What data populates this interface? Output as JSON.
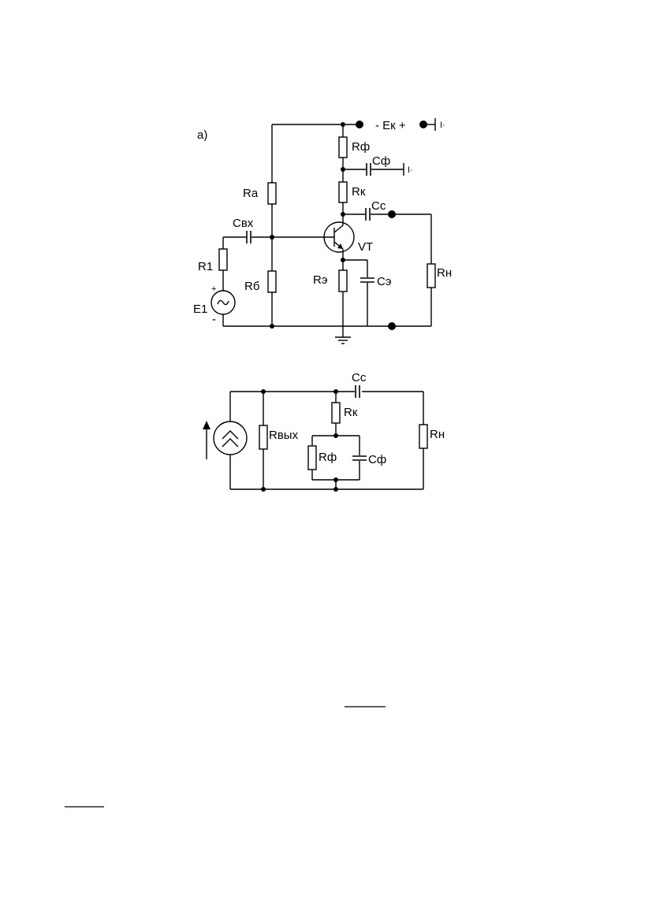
{
  "diagram_a": {
    "label_a": "a)",
    "supply_label": "- Eк +",
    "battery_symbol": "I·",
    "labels": {
      "Ra": "Rа",
      "Rb": "Rб",
      "Rf": "Rф",
      "Rk": "Rк",
      "Cf": "Cф",
      "Cc": "Cc",
      "Cvx": "Cвх",
      "R1": "R1",
      "E1": "E1",
      "VT": "VT",
      "Re": "Rэ",
      "Ce": "Cэ",
      "Rn": "Rн",
      "plus": "+",
      "minus": "-"
    }
  },
  "diagram_b": {
    "labels": {
      "Cc": "Cc",
      "Rk": "Rк",
      "Rvyx": "Rвых",
      "Rf": "Rф",
      "Cf": "Cф",
      "Rn": "Rн"
    }
  }
}
